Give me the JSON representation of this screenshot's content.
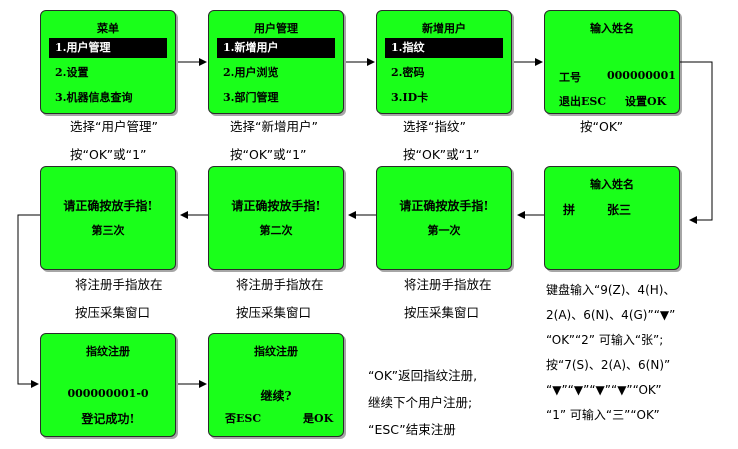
{
  "screens": {
    "menu": {
      "title": "菜单",
      "items": [
        "1.用户管理",
        "2.设置",
        "3.机器信息查询"
      ]
    },
    "user_mgmt": {
      "title": "用户管理",
      "items": [
        "1.新增用户",
        "2.用户浏览",
        "3.部门管理"
      ]
    },
    "new_user": {
      "title": "新增用户",
      "items": [
        "1.指纹",
        "2.密码",
        "3.ID卡"
      ]
    },
    "input_name1": {
      "title": "输入姓名",
      "id_label": "工号",
      "id_value": "000000001",
      "esc": "退出ESC",
      "ok": "设置OK"
    },
    "input_name2": {
      "title": "输入姓名",
      "mode": "拼",
      "name": "张三"
    },
    "press1": {
      "line1": "请正确按放手指!",
      "line2": "第一次"
    },
    "press2": {
      "line1": "请正确按放手指!",
      "line2": "第二次"
    },
    "press3": {
      "line1": "请正确按放手指!",
      "line2": "第三次"
    },
    "register_done": {
      "title": "指纹注册",
      "id_value": "000000001-0",
      "msg": "登记成功!"
    },
    "continue": {
      "title": "指纹注册",
      "question": "继续?",
      "no": "否ESC",
      "yes": "是OK"
    }
  },
  "captions": {
    "c1": [
      "选择“用户管理”",
      "按“OK”或“1”"
    ],
    "c2": [
      "选择“新增用户”",
      "按“OK”或“1”"
    ],
    "c3": [
      "选择“指纹”",
      "按“OK”或“1”"
    ],
    "c4": [
      "按“OK”"
    ],
    "press": [
      "将注册手指放在",
      "按压采集窗口"
    ],
    "keyboard": [
      "键盘输入“9(Z)、4(H)、",
      "2(A)、6(N)、4(G)”“▼”",
      "“OK”“2” 可输入“张”;",
      "按“7(S)、2(A)、6(N)”",
      "“▼”“▼”“▼”“▼”“OK”",
      "“1” 可输入“三”“OK”"
    ],
    "ok_esc": [
      "“OK”返回指纹注册,",
      "继续下个用户注册;",
      "“ESC”结束注册"
    ]
  }
}
